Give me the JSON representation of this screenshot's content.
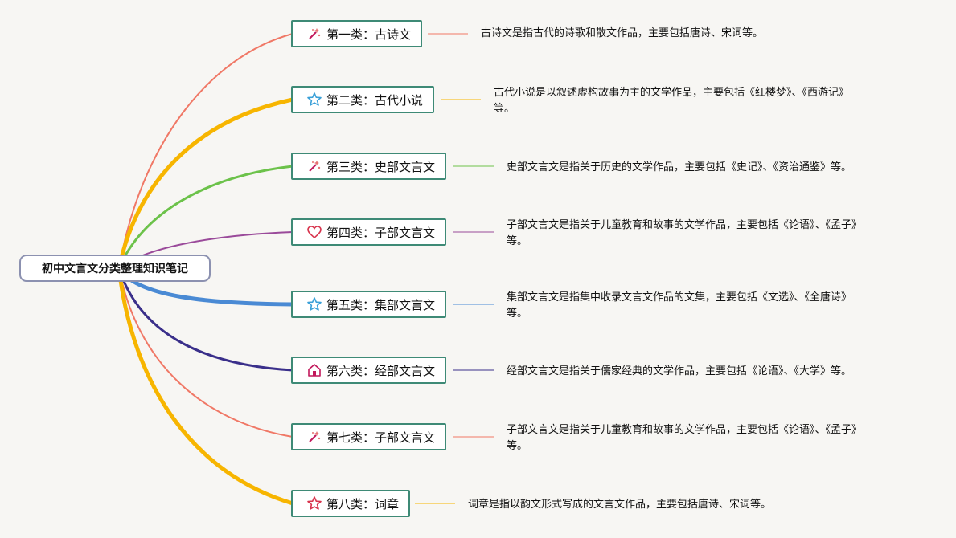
{
  "root": {
    "label": "初中文言文分类整理知识笔记"
  },
  "branches": [
    {
      "label": "第一类：古诗文",
      "icon": "magic-wand-icon",
      "color": "#f07866",
      "desc": "古诗文是指古代的诗歌和散文作品，主要包括唐诗、宋词等。"
    },
    {
      "label": "第二类：古代小说",
      "icon": "star-icon",
      "color": "#f7b500",
      "desc": "古代小说是以叙述虚构故事为主的文学作品，主要包括《红楼梦》、《西游记》",
      "desc2": "等。"
    },
    {
      "label": "第三类：史部文言文",
      "icon": "magic-wand-icon",
      "color": "#6cc24a",
      "desc": "史部文言文是指关于历史的文学作品，主要包括《史记》、《资治通鉴》等。"
    },
    {
      "label": "第四类：子部文言文",
      "icon": "heart-icon",
      "color": "#9a4a9a",
      "desc": "子部文言文是指关于儿童教育和故事的文学作品，主要包括《论语》、《孟子》",
      "desc2": "等。"
    },
    {
      "label": "第五类：集部文言文",
      "icon": "star-icon",
      "color": "#4a8ad4",
      "desc": "集部文言文是指集中收录文言文作品的文集，主要包括《文选》、《全唐诗》",
      "desc2": "等。"
    },
    {
      "label": "第六类：经部文言文",
      "icon": "house-icon",
      "color": "#3a2f8a",
      "desc": "经部文言文是指关于儒家经典的文学作品，主要包括《论语》、《大学》等。"
    },
    {
      "label": "第七类：子部文言文",
      "icon": "magic-wand-icon",
      "color": "#f07866",
      "desc": "子部文言文是指关于儿童教育和故事的文学作品，主要包括《论语》、《孟子》",
      "desc2": "等。"
    },
    {
      "label": "第八类：词章",
      "icon": "star-outline-red-icon",
      "color": "#f7b500",
      "desc": "词章是指以韵文形式写成的文言文作品，主要包括唐诗、宋词等。"
    }
  ]
}
